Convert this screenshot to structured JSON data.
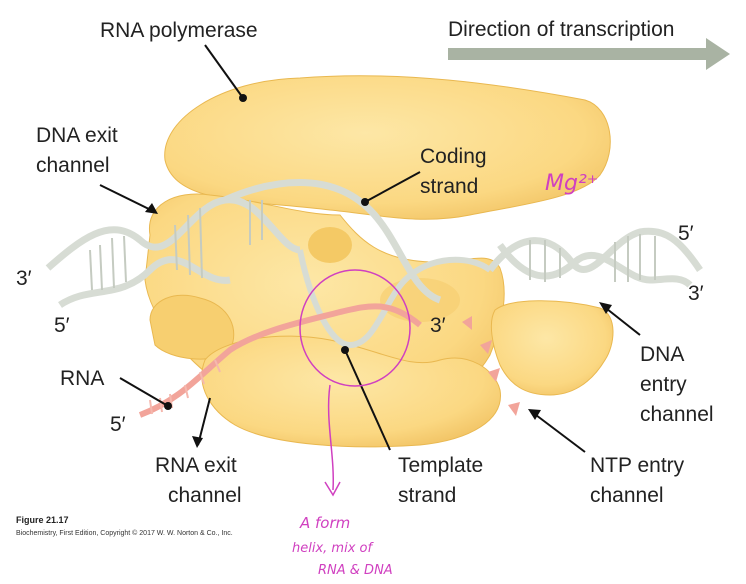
{
  "labels": {
    "rna_polymerase": "RNA polymerase",
    "direction": "Direction of transcription",
    "dna_exit_1": "DNA exit",
    "dna_exit_2": "channel",
    "coding_1": "Coding",
    "coding_2": "strand",
    "three_prime_left": "3′",
    "five_prime_left": "5′",
    "five_prime_right": "5′",
    "three_prime_right": "3′",
    "three_prime_rna": "3′",
    "rna": "RNA",
    "five_prime_rna": "5′",
    "rna_exit_1": "RNA exit",
    "rna_exit_2": "channel",
    "template_1": "Template",
    "template_2": "strand",
    "dna_entry_1": "DNA",
    "dna_entry_2": "entry",
    "dna_entry_3": "channel",
    "ntp_entry_1": "NTP entry",
    "ntp_entry_2": "channel"
  },
  "figure": {
    "number": "Figure 21.17",
    "credit": "Biochemistry, First Edition, Copyright © 2017 W. W. Norton & Co., Inc."
  },
  "handwriting": {
    "mg": "Mg²⁺",
    "note_1": "A form",
    "note_2": "helix, mix of",
    "note_3": "RNA & DNA"
  },
  "colors": {
    "enzyme": "#fbd882",
    "enzyme_shadow": "#f0c060",
    "dna": "#d7dcd4",
    "rna": "#f2a49a",
    "arrow": "#a9b3a3",
    "handwriting": "#d040c0"
  }
}
